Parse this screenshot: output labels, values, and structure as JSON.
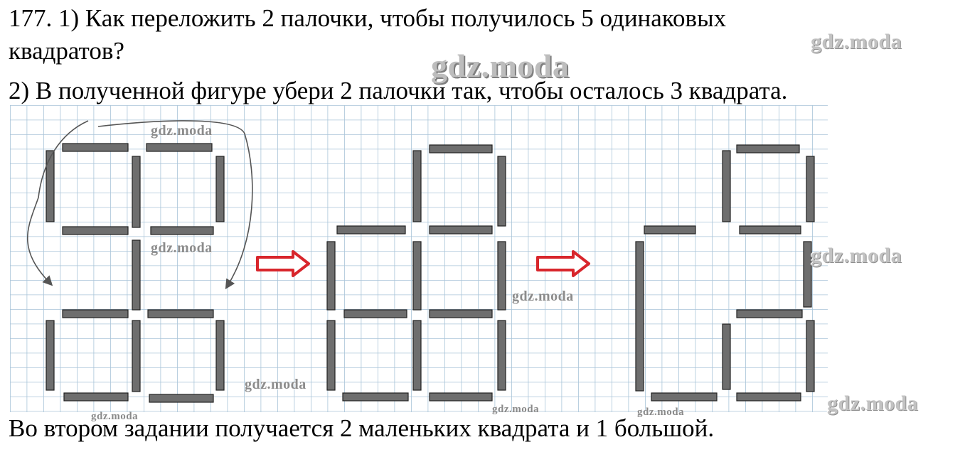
{
  "task": {
    "line1": "177. 1) Как переложить 2 палочки, чтобы получилось 5 одинаковых",
    "line2": "квадратов?",
    "line3": "2) В полученной фигуре убери 2 палочки так, чтобы осталось 3 квадрата."
  },
  "answer": "Во втором задании получается 2 маленьких квадрата и 1 большой.",
  "watermark": "gdz.moda",
  "colors": {
    "grid": "#a9c4d8",
    "stick_fill": "#6e6e6e",
    "stick_stroke": "#222222",
    "arrow_red": "#d8262c",
    "curve_arrow": "#555555"
  }
}
